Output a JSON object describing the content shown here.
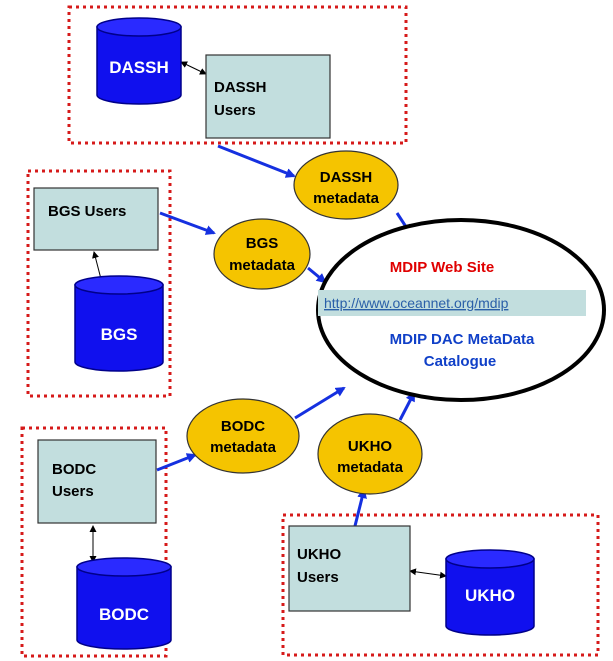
{
  "groups": {
    "dassh": {
      "db_label": "DASSH",
      "users_label_lines": [
        "DASSH",
        "Users"
      ],
      "metadata_lines": [
        "DASSH",
        "metadata"
      ]
    },
    "bgs": {
      "db_label": "BGS",
      "users_label_lines": [
        "BGS Users"
      ],
      "metadata_lines": [
        "BGS",
        "metadata"
      ]
    },
    "bodc": {
      "db_label": "BODC",
      "users_label_lines": [
        "BODC",
        "Users"
      ],
      "metadata_lines": [
        "BODC",
        "metadata"
      ]
    },
    "ukho": {
      "db_label": "UKHO",
      "users_label_lines": [
        "UKHO",
        "Users"
      ],
      "metadata_lines": [
        "UKHO",
        "metadata"
      ]
    }
  },
  "hub": {
    "title": "MDIP Web Site",
    "url": "http://www.oceannet.org/mdip",
    "catalogue_lines": [
      "MDIP DAC MetaData",
      "Catalogue"
    ]
  },
  "colors": {
    "db_fill": "#1010ee",
    "db_stroke": "#00008a",
    "users_fill": "#c2dede",
    "metadata_fill": "#f5c400",
    "arrow": "#1530e0",
    "border": "#d61a1a",
    "hub_title": "#e00000",
    "catalogue_text": "#1040c8",
    "url_box": "#c2dede",
    "url_text": "#2a5fa8"
  }
}
